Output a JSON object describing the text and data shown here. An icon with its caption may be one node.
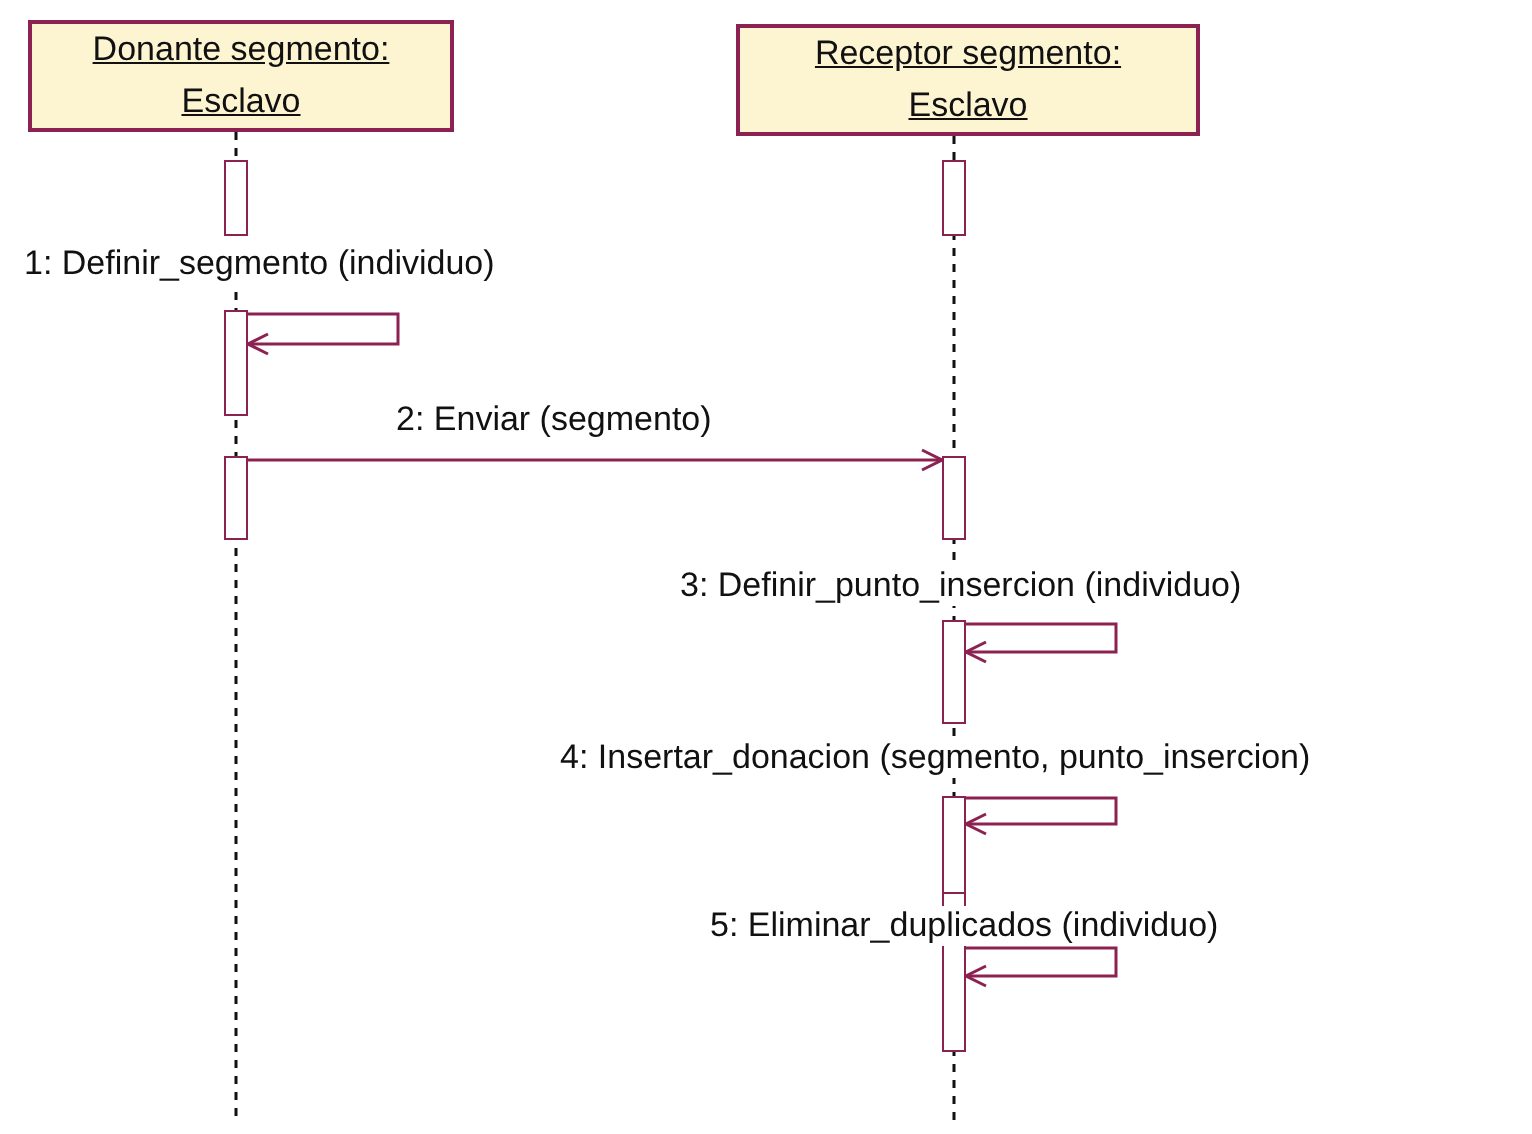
{
  "diagram": {
    "nodes": [
      {
        "text": [
          "Donante segmento: Esclavo"
        ]
      },
      {
        "text": [
          "Receptor segmento: Esclavo"
        ]
      },
      {
        "text": [],
        "shape": "bar"
      },
      {
        "text": [],
        "shape": "bar"
      },
      {
        "text": [],
        "shape": "bar"
      },
      {
        "text": [],
        "shape": "bar"
      },
      {
        "text": [],
        "shape": "bar"
      },
      {
        "text": [],
        "shape": "bar"
      },
      {
        "text": [],
        "shape": "bar"
      },
      {
        "text": [],
        "shape": "bar"
      }
    ],
    "edges": [
      {
        "from": 3,
        "to": 3,
        "arrow": "to",
        "label": "1: Definir_segmento (individuo)"
      },
      {
        "from": 4,
        "to": 6,
        "arrow": "to",
        "label": "2: Enviar (segmento)"
      },
      {
        "from": 7,
        "to": 7,
        "arrow": "to",
        "label": "3: Definir_punto_insercion (individuo)"
      },
      {
        "from": 8,
        "to": 8,
        "arrow": "to",
        "label": "4: Insertar_donacion (segmento, punto_insercion)"
      },
      {
        "from": 9,
        "to": 9,
        "arrow": "to",
        "label": "5: Eliminar_duplicados (individuo)"
      }
    ]
  }
}
